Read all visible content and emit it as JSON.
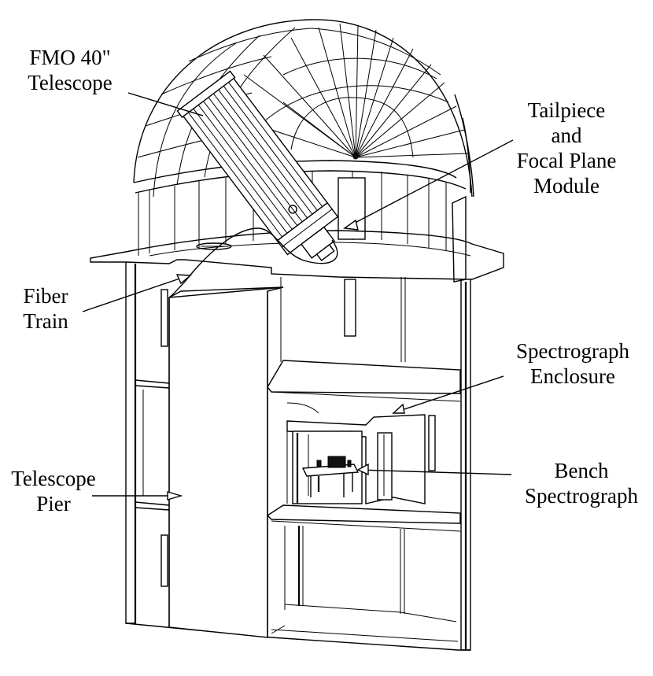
{
  "figure": {
    "type": "cutaway observatory diagram",
    "colors": {
      "line": "#000000",
      "background": "#ffffff"
    }
  },
  "labels": {
    "telescope": {
      "line1": "FMO 40\"",
      "line2": "Telescope"
    },
    "tailpiece": {
      "line1": "Tailpiece",
      "line2": "and",
      "line3": "Focal Plane",
      "line4": "Module"
    },
    "fiber_train": {
      "line1": "Fiber",
      "line2": "Train"
    },
    "spectrograph_enclosure": {
      "line1": "Spectrograph",
      "line2": "Enclosure"
    },
    "telescope_pier": {
      "line1": "Telescope",
      "line2": "Pier"
    },
    "bench_spectrograph": {
      "line1": "Bench",
      "line2": "Spectrograph"
    }
  }
}
